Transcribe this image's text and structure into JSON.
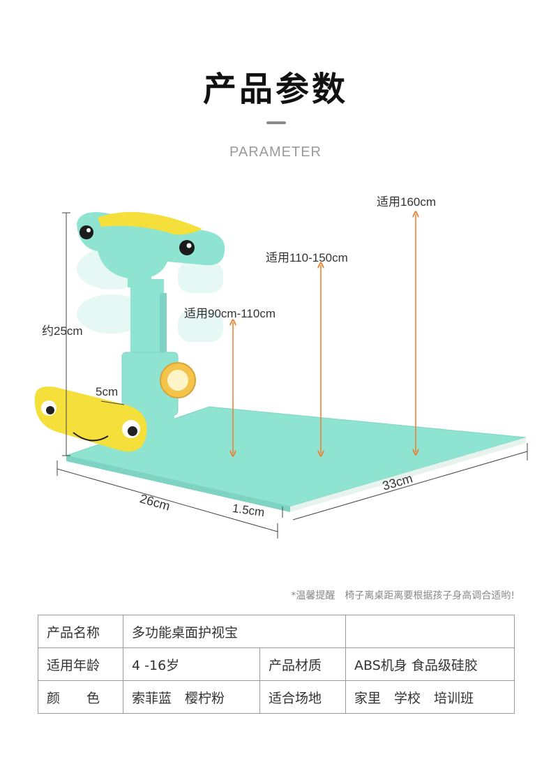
{
  "header": {
    "title": "产品参数",
    "subtitle": "PARAMETER"
  },
  "figure": {
    "labels": {
      "height_160": "适用160cm",
      "height_110_150": "适用110-150cm",
      "height_90_110": "适用90cm-110cm",
      "about_25": "约25cm",
      "width_5": "5cm",
      "thickness_1_5": "1.5cm",
      "width_26": "26cm",
      "width_33": "33cm"
    },
    "colors": {
      "body": "#8ee3d1",
      "accent_yellow": "#f5df3a",
      "arrow": "#ef7c2b"
    }
  },
  "note": "*温馨提醒　椅子离桌距离要根据孩子身高调合适哟!",
  "spec_table": {
    "row1": {
      "k1": "产品名称",
      "v1": "多功能桌面护视宝",
      "k2": "",
      "v2": ""
    },
    "row2": {
      "k1": "适用年龄",
      "v1": "4 -16岁",
      "k2": "产品材质",
      "v2": "ABS机身 食品级硅胶"
    },
    "row3": {
      "k1": "颜　　色",
      "v1": "索菲蓝　樱柠粉",
      "k2": "适合场地",
      "v2": "家里　学校　培训班"
    }
  }
}
